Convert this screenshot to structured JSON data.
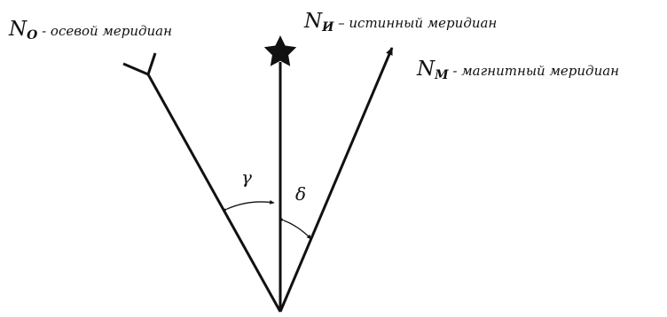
{
  "labels": {
    "axial": {
      "symbol": "N",
      "subscript": "O",
      "description": " - осевой меридиан"
    },
    "true": {
      "symbol": "N",
      "subscript": "И",
      "description": " – истинный меридиан"
    },
    "magnetic": {
      "symbol": "N",
      "subscript": "M",
      "description": " - магнитный меридиан"
    }
  },
  "angles": {
    "gamma": "γ",
    "delta": "δ"
  },
  "icons": {
    "star": "star-icon",
    "fork": "fork-icon"
  },
  "colors": {
    "ink": "#111111"
  }
}
